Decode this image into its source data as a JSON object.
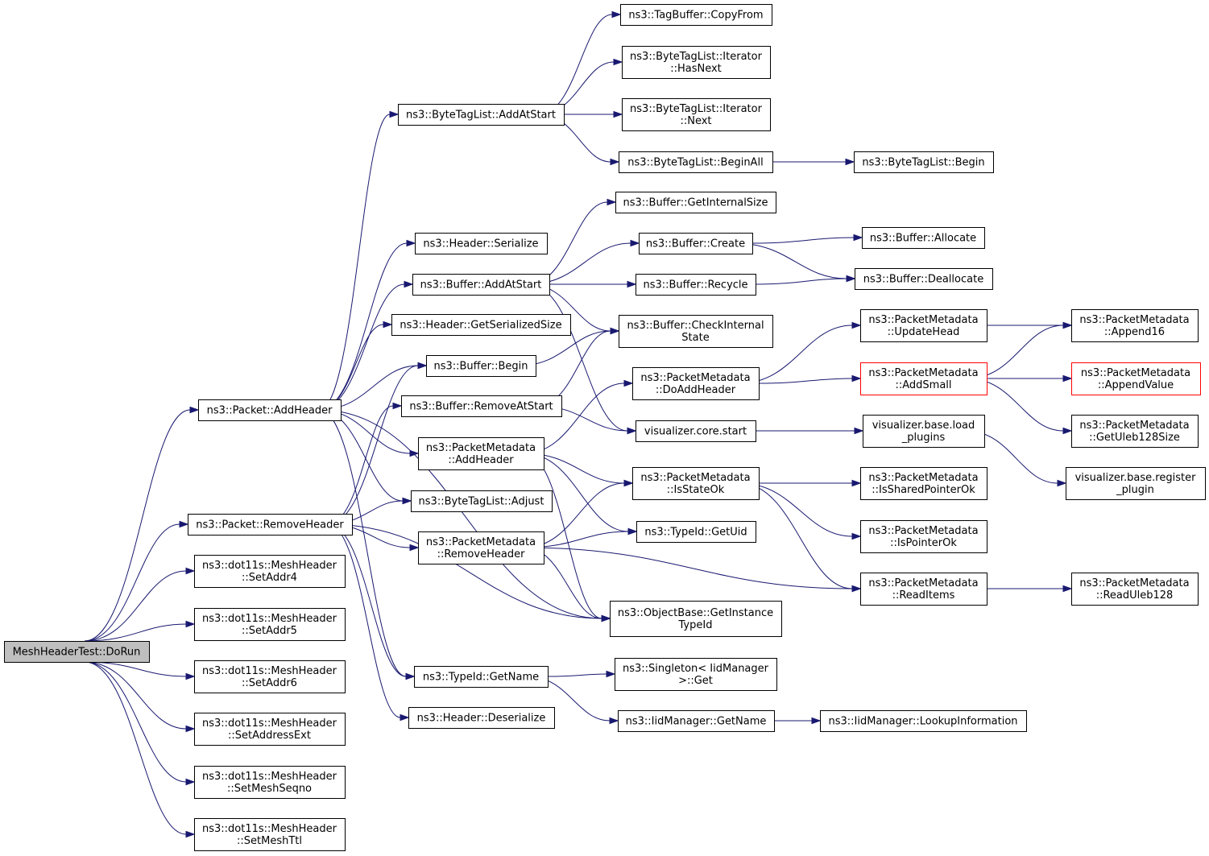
{
  "colors": {
    "edge": "#191970",
    "node_border": "#000000",
    "root_fill": "#bfbfbf",
    "truncated_border": "#ff0000",
    "background": "#ffffff"
  },
  "nodes": {
    "dorun": [
      "MeshHeaderTest::DoRun"
    ],
    "addheader": [
      "ns3::Packet::AddHeader"
    ],
    "removeheader": [
      "ns3::Packet::RemoveHeader"
    ],
    "setaddr4": [
      "ns3::dot11s::MeshHeader",
      "::SetAddr4"
    ],
    "setaddr5": [
      "ns3::dot11s::MeshHeader",
      "::SetAddr5"
    ],
    "setaddr6": [
      "ns3::dot11s::MeshHeader",
      "::SetAddr6"
    ],
    "setaddrext": [
      "ns3::dot11s::MeshHeader",
      "::SetAddressExt"
    ],
    "setmeshseqno": [
      "ns3::dot11s::MeshHeader",
      "::SetMeshSeqno"
    ],
    "setmeshttl": [
      "ns3::dot11s::MeshHeader",
      "::SetMeshTtl"
    ],
    "btl_addatstart": [
      "ns3::ByteTagList::AddAtStart"
    ],
    "hdr_serialize": [
      "ns3::Header::Serialize"
    ],
    "buf_addatstart": [
      "ns3::Buffer::AddAtStart"
    ],
    "hdr_getsersize": [
      "ns3::Header::GetSerializedSize"
    ],
    "buf_begin": [
      "ns3::Buffer::Begin"
    ],
    "buf_removeatstart": [
      "ns3::Buffer::RemoveAtStart"
    ],
    "pm_addheader": [
      "ns3::PacketMetadata",
      "::AddHeader"
    ],
    "btl_adjust": [
      "ns3::ByteTagList::Adjust"
    ],
    "pm_removeheader": [
      "ns3::PacketMetadata",
      "::RemoveHeader"
    ],
    "typeid_getname": [
      "ns3::TypeId::GetName"
    ],
    "hdr_deserialize": [
      "ns3::Header::Deserialize"
    ],
    "tagbuffer_copyfrom": [
      "ns3::TagBuffer::CopyFrom"
    ],
    "btl_it_hasnext": [
      "ns3::ByteTagList::Iterator",
      "::HasNext"
    ],
    "btl_it_next": [
      "ns3::ByteTagList::Iterator",
      "::Next"
    ],
    "btl_beginall": [
      "ns3::ByteTagList::BeginAll"
    ],
    "buf_getinternalsize": [
      "ns3::Buffer::GetInternalSize"
    ],
    "buf_create": [
      "ns3::Buffer::Create"
    ],
    "buf_recycle": [
      "ns3::Buffer::Recycle"
    ],
    "buf_checkinternal": [
      "ns3::Buffer::CheckInternal",
      "State"
    ],
    "pm_doaddheader": [
      "ns3::PacketMetadata",
      "::DoAddHeader"
    ],
    "viz_core_start": [
      "visualizer.core.start"
    ],
    "pm_isstateok": [
      "ns3::PacketMetadata",
      "::IsStateOk"
    ],
    "typeid_getuid": [
      "ns3::TypeId::GetUid"
    ],
    "objbase_getinst": [
      "ns3::ObjectBase::GetInstance",
      "TypeId"
    ],
    "singleton_get": [
      "ns3::Singleton< IidManager",
      ">::Get"
    ],
    "iid_getname": [
      "ns3::IidManager::GetName"
    ],
    "btl_begin": [
      "ns3::ByteTagList::Begin"
    ],
    "buf_allocate": [
      "ns3::Buffer::Allocate"
    ],
    "buf_deallocate": [
      "ns3::Buffer::Deallocate"
    ],
    "pm_updatehead": [
      "ns3::PacketMetadata",
      "::UpdateHead"
    ],
    "pm_addsmall": [
      "ns3::PacketMetadata",
      "::AddSmall"
    ],
    "viz_load_plugins": [
      "visualizer.base.load",
      "_plugins"
    ],
    "pm_issharedptr": [
      "ns3::PacketMetadata",
      "::IsSharedPointerOk"
    ],
    "pm_ispointerok": [
      "ns3::PacketMetadata",
      "::IsPointerOk"
    ],
    "pm_readitems": [
      "ns3::PacketMetadata",
      "::ReadItems"
    ],
    "iid_lookupinfo": [
      "ns3::IidManager::LookupInformation"
    ],
    "pm_append16": [
      "ns3::PacketMetadata",
      "::Append16"
    ],
    "pm_appendvalue": [
      "ns3::PacketMetadata",
      "::AppendValue"
    ],
    "pm_getuleb128size": [
      "ns3::PacketMetadata",
      "::GetUleb128Size"
    ],
    "viz_register_plugin": [
      "visualizer.base.register",
      "_plugin"
    ],
    "pm_readuleb128": [
      "ns3::PacketMetadata",
      "::ReadUleb128"
    ]
  },
  "edges": [
    [
      "dorun",
      "addheader"
    ],
    [
      "dorun",
      "removeheader"
    ],
    [
      "dorun",
      "setaddr4"
    ],
    [
      "dorun",
      "setaddr5"
    ],
    [
      "dorun",
      "setaddr6"
    ],
    [
      "dorun",
      "setaddrext"
    ],
    [
      "dorun",
      "setmeshseqno"
    ],
    [
      "dorun",
      "setmeshttl"
    ],
    [
      "addheader",
      "btl_addatstart"
    ],
    [
      "addheader",
      "hdr_serialize"
    ],
    [
      "addheader",
      "buf_addatstart"
    ],
    [
      "addheader",
      "hdr_getsersize"
    ],
    [
      "addheader",
      "buf_begin"
    ],
    [
      "addheader",
      "pm_addheader"
    ],
    [
      "addheader",
      "btl_adjust"
    ],
    [
      "addheader",
      "objbase_getinst"
    ],
    [
      "addheader",
      "typeid_getname"
    ],
    [
      "removeheader",
      "buf_begin"
    ],
    [
      "removeheader",
      "buf_removeatstart"
    ],
    [
      "removeheader",
      "btl_adjust"
    ],
    [
      "removeheader",
      "pm_removeheader"
    ],
    [
      "removeheader",
      "objbase_getinst"
    ],
    [
      "removeheader",
      "typeid_getname"
    ],
    [
      "removeheader",
      "hdr_deserialize"
    ],
    [
      "btl_addatstart",
      "tagbuffer_copyfrom"
    ],
    [
      "btl_addatstart",
      "btl_it_hasnext"
    ],
    [
      "btl_addatstart",
      "btl_it_next"
    ],
    [
      "btl_addatstart",
      "btl_beginall"
    ],
    [
      "btl_beginall",
      "btl_begin"
    ],
    [
      "buf_addatstart",
      "buf_getinternalsize"
    ],
    [
      "buf_addatstart",
      "buf_create"
    ],
    [
      "buf_addatstart",
      "buf_recycle"
    ],
    [
      "buf_addatstart",
      "buf_checkinternal"
    ],
    [
      "buf_addatstart",
      "viz_core_start"
    ],
    [
      "buf_create",
      "buf_allocate"
    ],
    [
      "buf_create",
      "buf_deallocate"
    ],
    [
      "buf_recycle",
      "buf_deallocate"
    ],
    [
      "buf_begin",
      "buf_checkinternal"
    ],
    [
      "buf_removeatstart",
      "buf_checkinternal"
    ],
    [
      "buf_removeatstart",
      "viz_core_start"
    ],
    [
      "pm_addheader",
      "pm_doaddheader"
    ],
    [
      "pm_addheader",
      "pm_isstateok"
    ],
    [
      "pm_addheader",
      "typeid_getuid"
    ],
    [
      "pm_addheader",
      "objbase_getinst"
    ],
    [
      "pm_removeheader",
      "pm_isstateok"
    ],
    [
      "pm_removeheader",
      "typeid_getuid"
    ],
    [
      "pm_removeheader",
      "pm_readitems"
    ],
    [
      "pm_removeheader",
      "objbase_getinst"
    ],
    [
      "pm_doaddheader",
      "pm_updatehead"
    ],
    [
      "pm_doaddheader",
      "pm_addsmall"
    ],
    [
      "pm_updatehead",
      "pm_append16"
    ],
    [
      "pm_addsmall",
      "pm_append16"
    ],
    [
      "pm_addsmall",
      "pm_appendvalue"
    ],
    [
      "pm_addsmall",
      "pm_getuleb128size"
    ],
    [
      "viz_core_start",
      "viz_load_plugins"
    ],
    [
      "viz_load_plugins",
      "viz_register_plugin"
    ],
    [
      "pm_isstateok",
      "pm_issharedptr"
    ],
    [
      "pm_isstateok",
      "pm_ispointerok"
    ],
    [
      "pm_isstateok",
      "pm_readitems"
    ],
    [
      "pm_readitems",
      "pm_readuleb128"
    ],
    [
      "typeid_getname",
      "singleton_get"
    ],
    [
      "typeid_getname",
      "iid_getname"
    ],
    [
      "iid_getname",
      "iid_lookupinfo"
    ]
  ]
}
